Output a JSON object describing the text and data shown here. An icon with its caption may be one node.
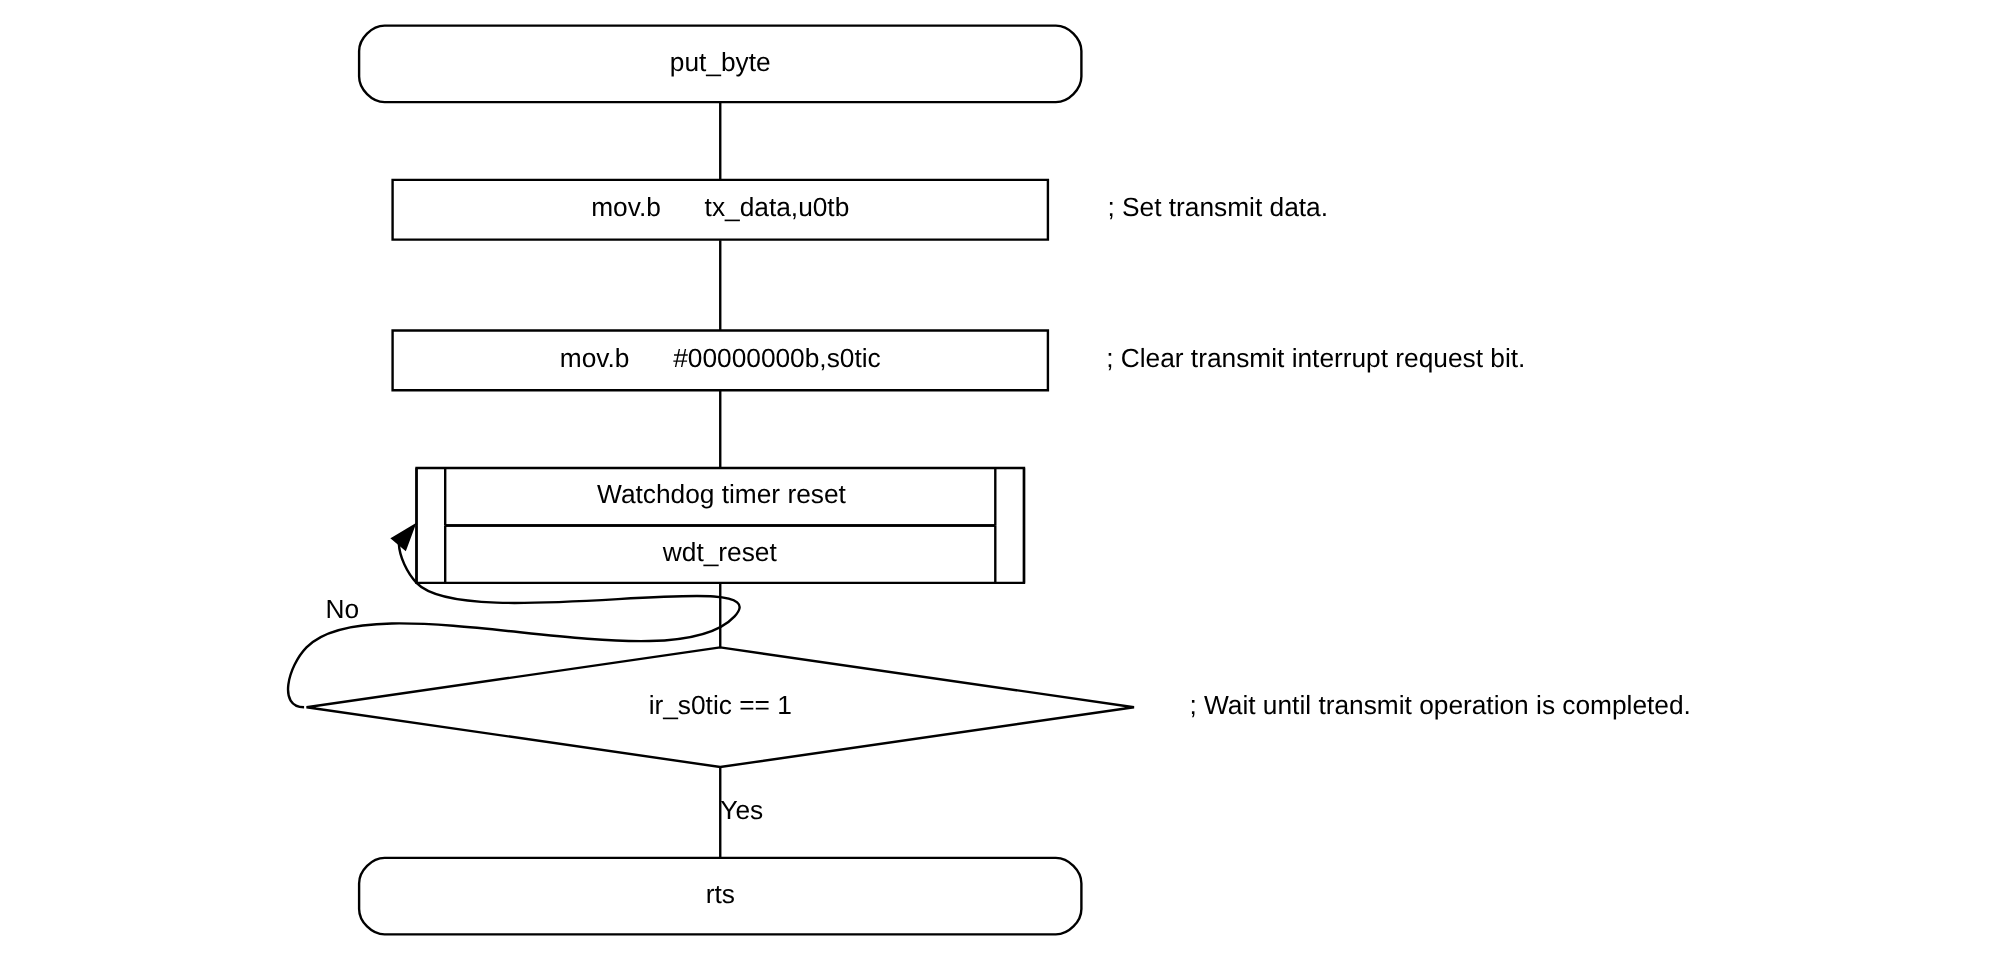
{
  "diagram": {
    "nodes": [
      {
        "text": [
          "put_byte"
        ]
      },
      {
        "text": [
          "mov.b      tx_data,u0tb"
        ],
        "beside": [
          "; Set transmit data."
        ]
      },
      {
        "text": [
          "mov.b      #00000000b,s0tic"
        ],
        "beside": [
          "; Clear transmit interrupt request bit."
        ]
      },
      {
        "text": [
          "Watchdog timer reset",
          "wdt_reset"
        ]
      },
      {
        "text": [
          "ir_s0tic == 1"
        ],
        "beside": [
          "; Wait until transmit operation is completed."
        ]
      },
      {
        "text": [
          "rts"
        ]
      }
    ],
    "edges": [
      {
        "from": 0,
        "to": 1,
        "arrow": "none"
      },
      {
        "from": 1,
        "to": 2,
        "arrow": "none"
      },
      {
        "from": 2,
        "to": 3,
        "arrow": "none"
      },
      {
        "from": 3,
        "to": 4,
        "arrow": "none"
      },
      {
        "from": 4,
        "to": 3,
        "arrow": "to",
        "label": "No"
      },
      {
        "from": 4,
        "to": 5,
        "arrow": "none",
        "label": "Yes"
      }
    ]
  }
}
